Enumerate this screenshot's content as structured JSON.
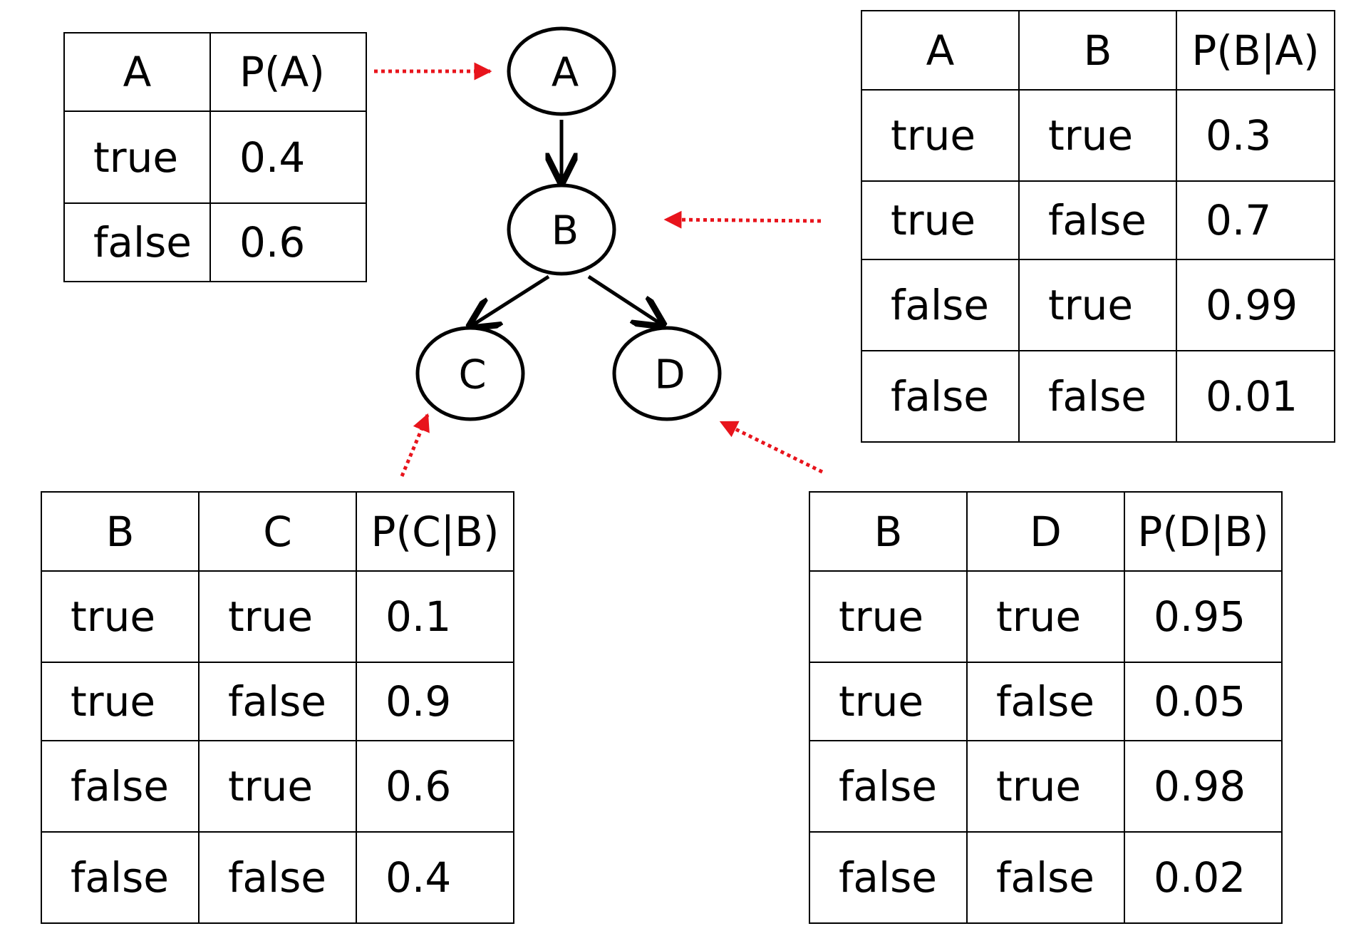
{
  "nodes": [
    {
      "id": "A",
      "label": "A"
    },
    {
      "id": "B",
      "label": "B"
    },
    {
      "id": "C",
      "label": "C"
    },
    {
      "id": "D",
      "label": "D"
    }
  ],
  "edges": [
    {
      "from": "A",
      "to": "B"
    },
    {
      "from": "B",
      "to": "C"
    },
    {
      "from": "B",
      "to": "D"
    }
  ],
  "colors": {
    "node_stroke": "#000000",
    "pointer": "#e8141c"
  },
  "tables": {
    "pa": {
      "headers": [
        "A",
        "P(A)"
      ],
      "rows": [
        [
          "true",
          "0.4"
        ],
        [
          "false",
          "0.6"
        ]
      ]
    },
    "pba": {
      "headers": [
        "A",
        "B",
        "P(B|A)"
      ],
      "rows": [
        [
          "true",
          "true",
          "0.3"
        ],
        [
          "true",
          "false",
          "0.7"
        ],
        [
          "false",
          "true",
          "0.99"
        ],
        [
          "false",
          "false",
          "0.01"
        ]
      ]
    },
    "pcb": {
      "headers": [
        "B",
        "C",
        "P(C|B)"
      ],
      "rows": [
        [
          "true",
          "true",
          "0.1"
        ],
        [
          "true",
          "false",
          "0.9"
        ],
        [
          "false",
          "true",
          "0.6"
        ],
        [
          "false",
          "false",
          "0.4"
        ]
      ]
    },
    "pdb": {
      "headers": [
        "B",
        "D",
        "P(D|B)"
      ],
      "rows": [
        [
          "true",
          "true",
          "0.95"
        ],
        [
          "true",
          "false",
          "0.05"
        ],
        [
          "false",
          "true",
          "0.98"
        ],
        [
          "false",
          "false",
          "0.02"
        ]
      ]
    }
  }
}
